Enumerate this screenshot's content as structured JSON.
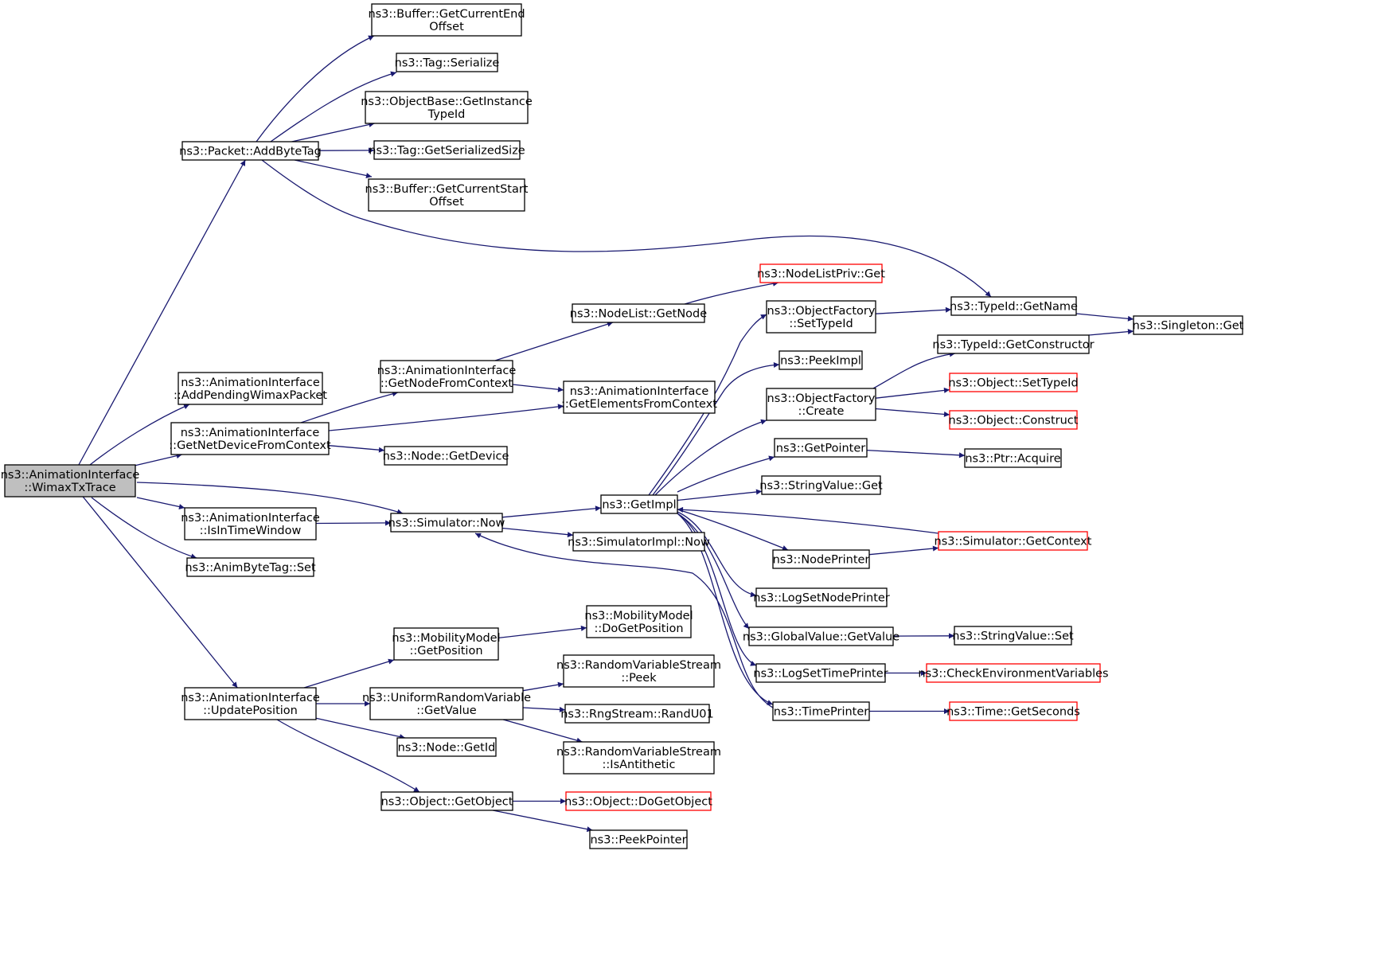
{
  "colors": {
    "edge": "#191970",
    "node_border": "#000000",
    "node_border_truncated": "#ff0000",
    "root_fill": "#bfbfbf",
    "node_fill": "#ffffff"
  },
  "nodes": [
    {
      "id": "root",
      "lines": [
        "ns3::AnimationInterface",
        "::WimaxTxTrace"
      ],
      "root": true
    },
    {
      "id": "addbytetag",
      "lines": [
        "ns3::Packet::AddByteTag"
      ]
    },
    {
      "id": "addpending",
      "lines": [
        "ns3::AnimationInterface",
        "::AddPendingWimaxPacket"
      ]
    },
    {
      "id": "getnetdev",
      "lines": [
        "ns3::AnimationInterface",
        "::GetNetDeviceFromContext"
      ]
    },
    {
      "id": "isintime",
      "lines": [
        "ns3::AnimationInterface",
        "::IsInTimeWindow"
      ]
    },
    {
      "id": "animset",
      "lines": [
        "ns3::AnimByteTag::Set"
      ]
    },
    {
      "id": "updatepos",
      "lines": [
        "ns3::AnimationInterface",
        "::UpdatePosition"
      ]
    },
    {
      "id": "bufend",
      "lines": [
        "ns3::Buffer::GetCurrentEnd",
        "Offset"
      ]
    },
    {
      "id": "tagser",
      "lines": [
        "ns3::Tag::Serialize"
      ]
    },
    {
      "id": "objbase",
      "lines": [
        "ns3::ObjectBase::GetInstance",
        "TypeId"
      ]
    },
    {
      "id": "tagsize",
      "lines": [
        "ns3::Tag::GetSerializedSize"
      ]
    },
    {
      "id": "bufstart",
      "lines": [
        "ns3::Buffer::GetCurrentStart",
        "Offset"
      ]
    },
    {
      "id": "getnodefc",
      "lines": [
        "ns3::AnimationInterface",
        "::GetNodeFromContext"
      ]
    },
    {
      "id": "getelems",
      "lines": [
        "ns3::AnimationInterface",
        "::GetElementsFromContext"
      ]
    },
    {
      "id": "nodegetdev",
      "lines": [
        "ns3::Node::GetDevice"
      ]
    },
    {
      "id": "simnow",
      "lines": [
        "ns3::Simulator::Now"
      ]
    },
    {
      "id": "nodelistget",
      "lines": [
        "ns3::NodeList::GetNode"
      ]
    },
    {
      "id": "nodelistpriv",
      "lines": [
        "ns3::NodeListPriv::Get"
      ],
      "truncated": true
    },
    {
      "id": "getimpl",
      "lines": [
        "ns3::GetImpl"
      ]
    },
    {
      "id": "simimplnow",
      "lines": [
        "ns3::SimulatorImpl::Now"
      ]
    },
    {
      "id": "mobgetpos",
      "lines": [
        "ns3::MobilityModel",
        "::GetPosition"
      ]
    },
    {
      "id": "mobdoget",
      "lines": [
        "ns3::MobilityModel",
        "::DoGetPosition"
      ]
    },
    {
      "id": "unifget",
      "lines": [
        "ns3::UniformRandomVariable",
        "::GetValue"
      ]
    },
    {
      "id": "rvspeek",
      "lines": [
        "ns3::RandomVariableStream",
        "::Peek"
      ]
    },
    {
      "id": "randu01",
      "lines": [
        "ns3::RngStream::RandU01"
      ]
    },
    {
      "id": "rvsanti",
      "lines": [
        "ns3::RandomVariableStream",
        "::IsAntithetic"
      ]
    },
    {
      "id": "nodegetid",
      "lines": [
        "ns3::Node::GetId"
      ]
    },
    {
      "id": "objgetobj",
      "lines": [
        "ns3::Object::GetObject"
      ]
    },
    {
      "id": "objdoget",
      "lines": [
        "ns3::Object::DoGetObject"
      ],
      "truncated": true
    },
    {
      "id": "peekptr",
      "lines": [
        "ns3::PeekPointer"
      ]
    },
    {
      "id": "ofsettype",
      "lines": [
        "ns3::ObjectFactory",
        "::SetTypeId"
      ]
    },
    {
      "id": "peekimpl",
      "lines": [
        "ns3::PeekImpl"
      ]
    },
    {
      "id": "ofcreate",
      "lines": [
        "ns3::ObjectFactory",
        "::Create"
      ]
    },
    {
      "id": "getpointer",
      "lines": [
        "ns3::GetPointer"
      ]
    },
    {
      "id": "strvalget",
      "lines": [
        "ns3::StringValue::Get"
      ]
    },
    {
      "id": "nodeprinter",
      "lines": [
        "ns3::NodePrinter"
      ]
    },
    {
      "id": "logsetnode",
      "lines": [
        "ns3::LogSetNodePrinter"
      ]
    },
    {
      "id": "gvgetvalue",
      "lines": [
        "ns3::GlobalValue::GetValue"
      ]
    },
    {
      "id": "logsettime",
      "lines": [
        "ns3::LogSetTimePrinter"
      ]
    },
    {
      "id": "timeprinter",
      "lines": [
        "ns3::TimePrinter"
      ]
    },
    {
      "id": "typeidname",
      "lines": [
        "ns3::TypeId::GetName"
      ]
    },
    {
      "id": "singleton",
      "lines": [
        "ns3::Singleton::Get"
      ]
    },
    {
      "id": "typeidctor",
      "lines": [
        "ns3::TypeId::GetConstructor"
      ]
    },
    {
      "id": "objsettype",
      "lines": [
        "ns3::Object::SetTypeId"
      ],
      "truncated": true
    },
    {
      "id": "objconstruct",
      "lines": [
        "ns3::Object::Construct"
      ],
      "truncated": true
    },
    {
      "id": "ptracquire",
      "lines": [
        "ns3::Ptr::Acquire"
      ]
    },
    {
      "id": "simgetctx",
      "lines": [
        "ns3::Simulator::GetContext"
      ],
      "truncated": true
    },
    {
      "id": "strvalset",
      "lines": [
        "ns3::StringValue::Set"
      ]
    },
    {
      "id": "checkenv",
      "lines": [
        "ns3::CheckEnvironmentVariables"
      ],
      "truncated": true
    },
    {
      "id": "timegetsec",
      "lines": [
        "ns3::Time::GetSeconds"
      ],
      "truncated": true
    }
  ],
  "edges": [
    [
      "root",
      "addbytetag"
    ],
    [
      "root",
      "addpending"
    ],
    [
      "root",
      "getnetdev"
    ],
    [
      "root",
      "simnow"
    ],
    [
      "root",
      "isintime"
    ],
    [
      "root",
      "animset"
    ],
    [
      "root",
      "updatepos"
    ],
    [
      "addbytetag",
      "bufend"
    ],
    [
      "addbytetag",
      "tagser"
    ],
    [
      "addbytetag",
      "objbase"
    ],
    [
      "addbytetag",
      "tagsize"
    ],
    [
      "addbytetag",
      "bufstart"
    ],
    [
      "addbytetag",
      "typeidname"
    ],
    [
      "getnetdev",
      "getnodefc"
    ],
    [
      "getnetdev",
      "getelems"
    ],
    [
      "getnetdev",
      "nodegetdev"
    ],
    [
      "getnodefc",
      "nodelistget"
    ],
    [
      "getnodefc",
      "getelems"
    ],
    [
      "nodelistget",
      "nodelistpriv"
    ],
    [
      "isintime",
      "simnow"
    ],
    [
      "simnow",
      "getimpl"
    ],
    [
      "simnow",
      "simimplnow"
    ],
    [
      "getimpl",
      "ofsettype"
    ],
    [
      "getimpl",
      "peekimpl"
    ],
    [
      "getimpl",
      "ofcreate"
    ],
    [
      "getimpl",
      "getpointer"
    ],
    [
      "getimpl",
      "strvalget"
    ],
    [
      "getimpl",
      "nodeprinter"
    ],
    [
      "getimpl",
      "logsetnode"
    ],
    [
      "getimpl",
      "gvgetvalue"
    ],
    [
      "getimpl",
      "logsettime"
    ],
    [
      "getimpl",
      "timeprinter"
    ],
    [
      "ofsettype",
      "typeidname"
    ],
    [
      "typeidname",
      "singleton"
    ],
    [
      "typeidctor",
      "singleton"
    ],
    [
      "ofcreate",
      "typeidctor"
    ],
    [
      "ofcreate",
      "objsettype"
    ],
    [
      "ofcreate",
      "objconstruct"
    ],
    [
      "getpointer",
      "ptracquire"
    ],
    [
      "nodeprinter",
      "simgetctx"
    ],
    [
      "simgetctx",
      "getimpl"
    ],
    [
      "gvgetvalue",
      "strvalset"
    ],
    [
      "logsettime",
      "checkenv"
    ],
    [
      "timeprinter",
      "timegetsec"
    ],
    [
      "timeprinter",
      "simnow"
    ],
    [
      "updatepos",
      "mobgetpos"
    ],
    [
      "updatepos",
      "unifget"
    ],
    [
      "updatepos",
      "nodegetid"
    ],
    [
      "updatepos",
      "objgetobj"
    ],
    [
      "mobgetpos",
      "mobdoget"
    ],
    [
      "unifget",
      "rvspeek"
    ],
    [
      "unifget",
      "randu01"
    ],
    [
      "unifget",
      "rvsanti"
    ],
    [
      "objgetobj",
      "objdoget"
    ],
    [
      "objgetobj",
      "peekptr"
    ]
  ]
}
